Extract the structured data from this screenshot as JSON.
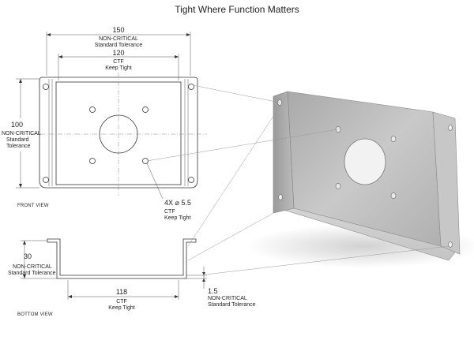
{
  "title": "Tight Where Function Matters",
  "front_view": {
    "label": "FRONT VIEW",
    "width_dim": {
      "value": "150",
      "line1": "NON-CRITICAL",
      "line2": "Standard Tolerance"
    },
    "inner_dim": {
      "value": "120",
      "line1": "CTF",
      "line2": "Keep Tight"
    },
    "height_dim": {
      "value": "100",
      "line1": "NON-CRITICAL",
      "line2": "Standard",
      "line3": "Tolerance"
    },
    "hole_dim": {
      "value": "4X ⌀ 5.5",
      "line1": "CTF",
      "line2": "Keep Tight"
    }
  },
  "bottom_view": {
    "label": "BOTTOM VIEW",
    "height_dim": {
      "value": "30",
      "line1": "NON-CRITICAL",
      "line2": "Standard Tolerance"
    },
    "width_dim": {
      "value": "118",
      "line1": "CTF",
      "line2": "Keep Tight"
    },
    "thickness_dim": {
      "value": "1.5",
      "line1": "NON-CRITICAL",
      "line2": "Standard Tolerance"
    }
  },
  "colors": {
    "metal_light": "#d9d9d9",
    "metal_mid": "#b8b8b8",
    "metal_dark": "#8f8f8f"
  }
}
